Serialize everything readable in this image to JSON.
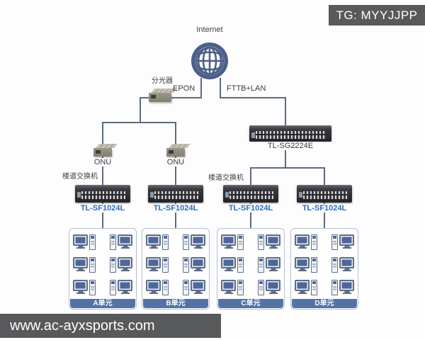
{
  "badge": {
    "text": "TG: MYYJJPP"
  },
  "footer": {
    "site": "www.ac-ayxsports.com"
  },
  "topology": {
    "internet": "Internet",
    "splitter": "分光器",
    "link_left": "EPON",
    "link_right": "FTTB+LAN",
    "core_switch": "TL-SG2224E",
    "onu_left": "ONU",
    "onu_right": "ONU",
    "corridor_left": "楼道交换机",
    "corridor_right": "楼道交换机",
    "access_switches": [
      "TL-SF1024L",
      "TL-SF1024L",
      "TL-SF1024L",
      "TL-SF1024L"
    ],
    "units": [
      "A单元",
      "B单元",
      "C单元",
      "D单元"
    ],
    "computers_per_unit": 6
  },
  "colors": {
    "wire": "#5b6b80",
    "globe_blue": "#4d5f88",
    "model_text_blue": "#2a6cc0",
    "unit_band_blue": "#5373a5",
    "watermark_gray": "#58595b",
    "monitor_screen": "#4e679a"
  }
}
